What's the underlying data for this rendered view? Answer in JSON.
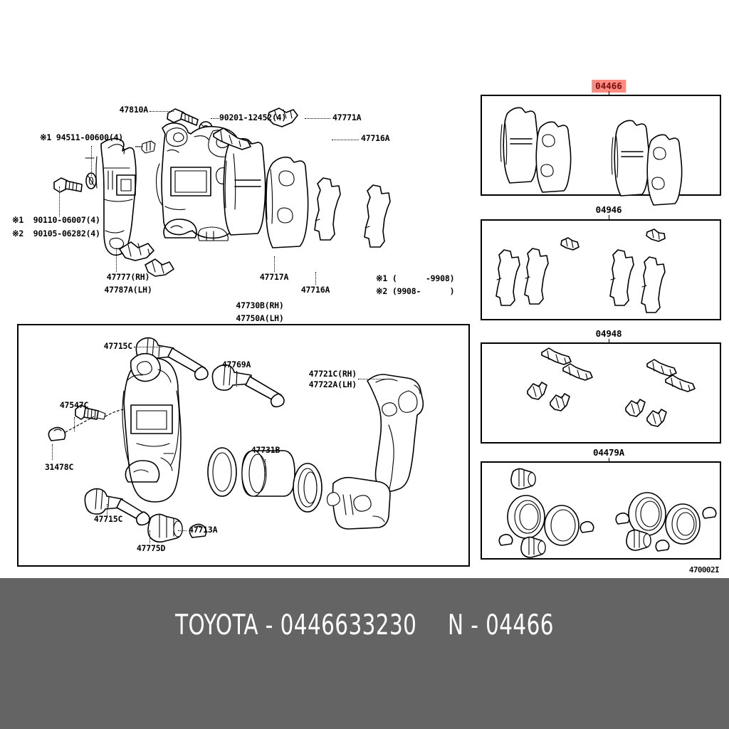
{
  "document": {
    "type": "automotive-parts-diagram",
    "brand": "TOYOTA",
    "corner_code": "470002I",
    "footer": {
      "brand": "TOYOTA",
      "separator": "-",
      "part_number": "0446633230",
      "group_prefix": "N",
      "group_separator": "-",
      "group_number": "04466",
      "full_text": "TOYOTA - 0446633230    N - 04466",
      "background_color": "#646464",
      "text_color": "#ffffff"
    }
  },
  "highlight": {
    "label": "04466",
    "background_color": "#fb8b80",
    "text_color": "#7a0d0d"
  },
  "main_diagram": {
    "callouts": [
      {
        "id": "c1",
        "text": "47810A"
      },
      {
        "id": "c2",
        "text": "90201-12452(4)"
      },
      {
        "id": "c3",
        "text": "47771A"
      },
      {
        "id": "c4",
        "text": "47716A"
      },
      {
        "id": "c5",
        "text": "※1 94511-00600(4)"
      },
      {
        "id": "c6",
        "text": "※1  90110-06007(4)"
      },
      {
        "id": "c7",
        "text": "※2  90105-06282(4)"
      },
      {
        "id": "c8",
        "text": "47777(RH)"
      },
      {
        "id": "c9",
        "text": "47787A(LH)"
      },
      {
        "id": "c10",
        "text": "47717A"
      },
      {
        "id": "c11",
        "text": "47716A"
      },
      {
        "id": "c12",
        "text": "※1 (      -9908)"
      },
      {
        "id": "c13",
        "text": "※2 (9908-      )"
      }
    ]
  },
  "caliper_panel": {
    "title_line1": "47730B(RH)",
    "title_line2": "47750A(LH)",
    "callouts": [
      {
        "id": "p1",
        "text": "47715C"
      },
      {
        "id": "p2",
        "text": "47769A"
      },
      {
        "id": "p3",
        "text": "47721C(RH)"
      },
      {
        "id": "p4",
        "text": "47722A(LH)"
      },
      {
        "id": "p5",
        "text": "47547C"
      },
      {
        "id": "p6",
        "text": "31478C"
      },
      {
        "id": "p7",
        "text": "47731B"
      },
      {
        "id": "p8",
        "text": "47715C"
      },
      {
        "id": "p9",
        "text": "47775D"
      },
      {
        "id": "p10",
        "text": "47713A"
      }
    ]
  },
  "kit_panels": [
    {
      "id": "kit-04466",
      "label": "04466",
      "highlighted": true,
      "contents": "brake pad set - two pairs of disc brake pads"
    },
    {
      "id": "kit-04946",
      "label": "04946",
      "highlighted": false,
      "contents": "anti-squeal shim set - shims and clips"
    },
    {
      "id": "kit-04948",
      "label": "04948",
      "highlighted": false,
      "contents": "pad support plate / fitting kit - clips"
    },
    {
      "id": "kit-04479A",
      "label": "04479A",
      "highlighted": false,
      "contents": "caliper seal kit - piston seals, dust boots, bleeder caps"
    }
  ]
}
